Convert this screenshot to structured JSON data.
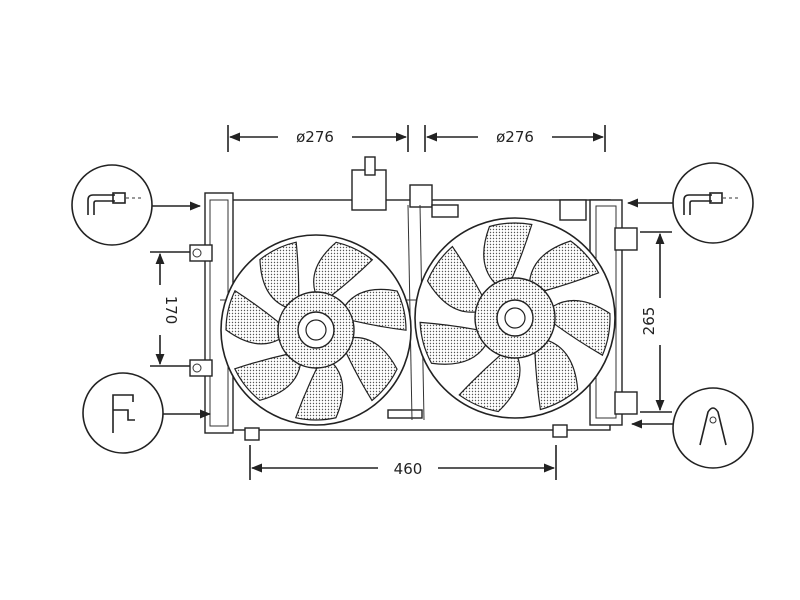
{
  "dimensions": {
    "fan_left_diameter": "ø276",
    "fan_right_diameter": "ø276",
    "total_width": "460",
    "left_height": "170",
    "right_height": "265"
  },
  "callouts": {
    "top_left": "hose-connector-icon",
    "top_right": "hose-connector-icon",
    "bottom_left": "bracket-connector-icon",
    "bottom_right": "clip-mount-icon"
  },
  "colors": {
    "line": "#222222",
    "background": "#ffffff"
  }
}
